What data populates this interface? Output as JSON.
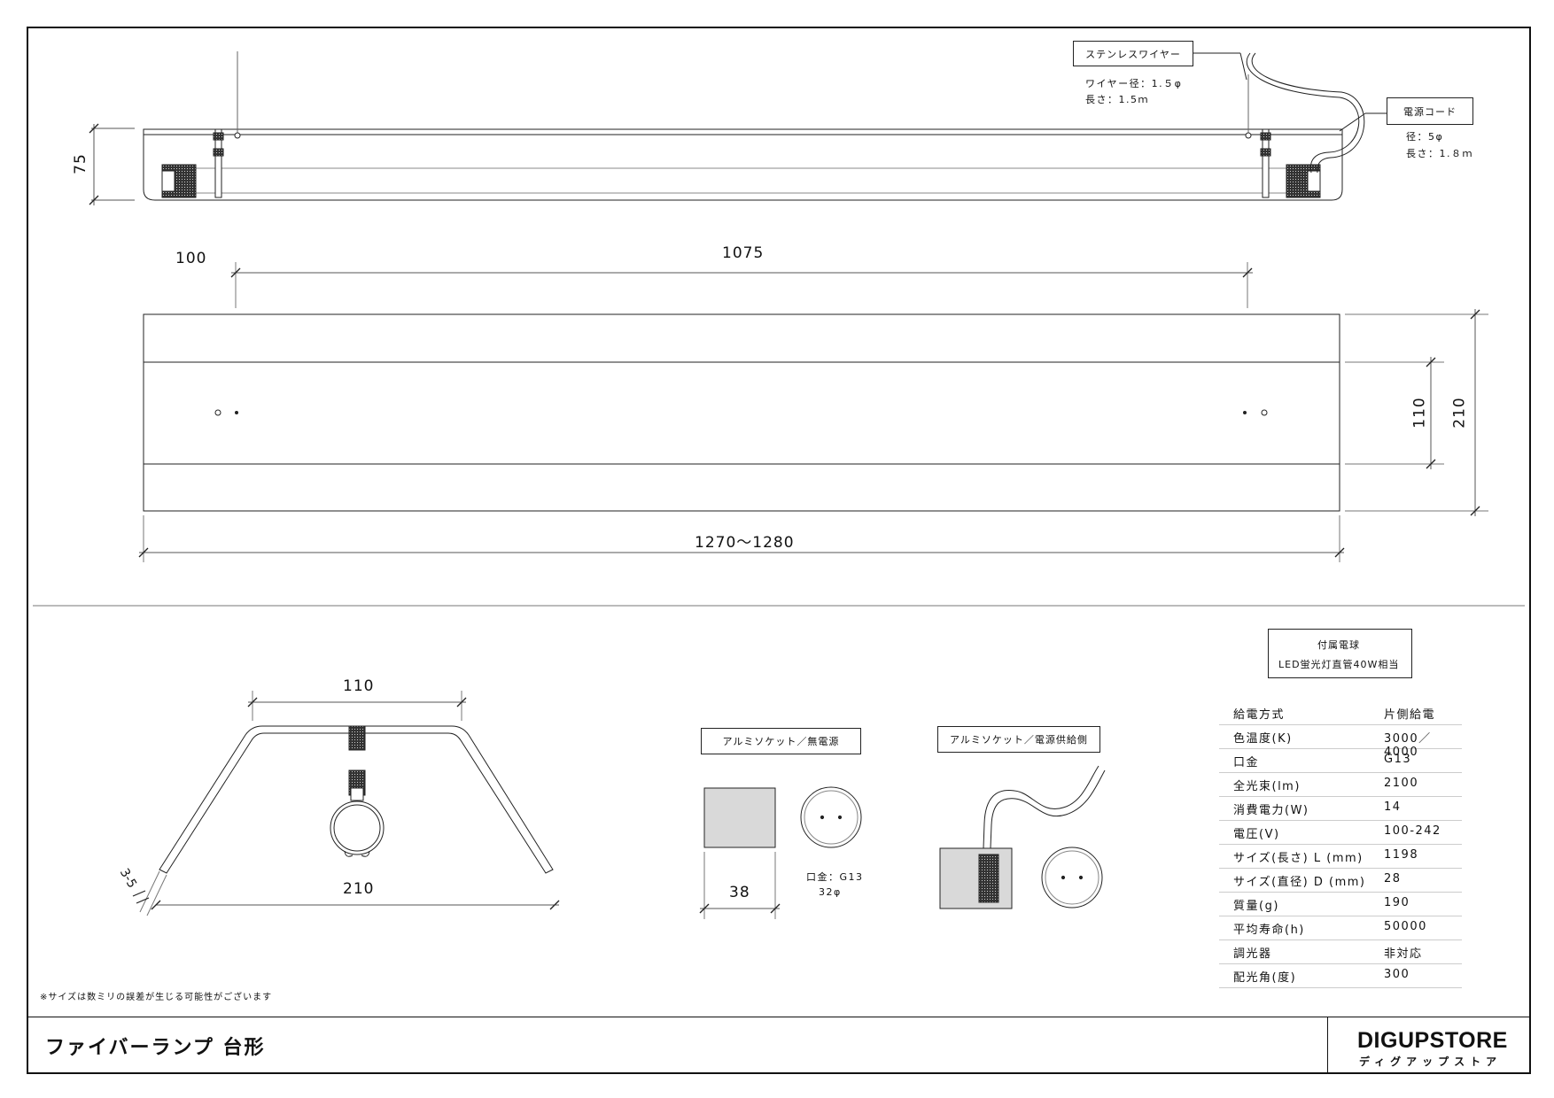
{
  "top_view": {
    "wire_label": "ステンレスワイヤー",
    "wire_spec_1": "ワイヤー径：1.５φ",
    "wire_spec_2": "長さ：1.5ｍ",
    "cord_label": "電源コード",
    "cord_spec_1": "径：5φ",
    "cord_spec_2": "長さ：1.８ｍ",
    "height_dim": "75"
  },
  "plan_view": {
    "offset_dim": "100",
    "hole_span_dim": "1075",
    "length_dim": "1270〜1280",
    "inner_width_dim": "110",
    "width_dim": "210"
  },
  "section_view": {
    "top_dim": "110",
    "bottom_dim": "210",
    "thickness_dim": "3-5"
  },
  "socket_a": {
    "label": "アルミソケット／無電源",
    "width_dim": "38",
    "base_note_1": "口金：G13",
    "base_note_2": "32φ"
  },
  "socket_b": {
    "label": "アルミソケット／電源供給側"
  },
  "bulb": {
    "title": "付属電球",
    "subtitle": "LED蛍光灯直管40W相当"
  },
  "specs": [
    {
      "key": "給電方式",
      "value": "片側給電"
    },
    {
      "key": "色温度(K)",
      "value": "3000／4000"
    },
    {
      "key": "口金",
      "value": "G13"
    },
    {
      "key": "全光束(lm)",
      "value": "2100"
    },
    {
      "key": "消費電力(W)",
      "value": "14"
    },
    {
      "key": "電圧(V)",
      "value": "100-242"
    },
    {
      "key": "サイズ(長さ) L (mm)",
      "value": "1198"
    },
    {
      "key": "サイズ(直径) D (mm)",
      "value": "28"
    },
    {
      "key": "質量(g)",
      "value": "190"
    },
    {
      "key": "平均寿命(h)",
      "value": "50000"
    },
    {
      "key": "調光器",
      "value": "非対応"
    },
    {
      "key": "配光角(度)",
      "value": "300"
    }
  ],
  "footnote": "※サイズは数ミリの誤差が生じる可能性がございます",
  "title": "ファイバーランプ 台形",
  "brand": {
    "name": "DIGUPSTORE",
    "kana": "ディグアップストア"
  }
}
